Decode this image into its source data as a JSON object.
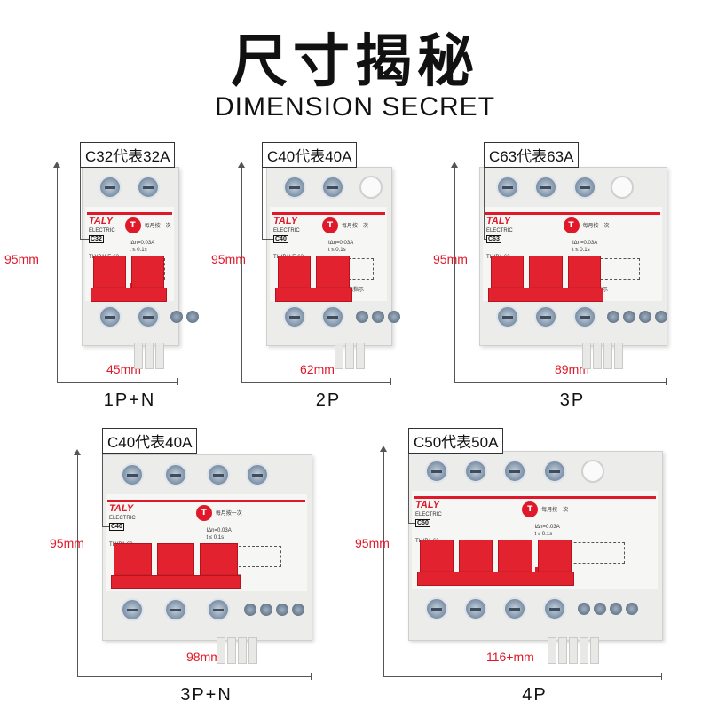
{
  "header": {
    "title": "尺寸揭秘",
    "subtitle": "DIMENSION SECRET"
  },
  "accent_color": "#e0192a",
  "products": [
    {
      "callout": "C32代表32A",
      "height_label": "95mm",
      "width_label": "45mm",
      "poles_label": "1P+N",
      "model_mark": "C32",
      "model": "TLYB1LE-63"
    },
    {
      "callout": "C40代表40A",
      "height_label": "95mm",
      "width_label": "62mm",
      "poles_label": "2P",
      "model_mark": "C40",
      "model": "TLYB1LE-63"
    },
    {
      "callout": "C63代表63A",
      "height_label": "95mm",
      "width_label": "89mm",
      "poles_label": "3P",
      "model_mark": "C63",
      "model": "TLYB1-63"
    },
    {
      "callout": "C40代表40A",
      "height_label": "95mm",
      "width_label": "98mm",
      "poles_label": "3P+N",
      "model_mark": "C40",
      "model": "TLYB1-63"
    },
    {
      "callout": "C50代表50A",
      "height_label": "95mm",
      "width_label": "116+mm",
      "poles_label": "4P",
      "model_mark": "C50",
      "model": "TLYB1-63"
    }
  ],
  "breaker_text": {
    "brand": "TALY",
    "electric": "ELECTRIC",
    "test_button": "T",
    "test_note": "每月按一次",
    "leak_note": "漏电指示",
    "rating": "IΔn=0.03A",
    "trip_time": "t ≤ 0.1s"
  }
}
